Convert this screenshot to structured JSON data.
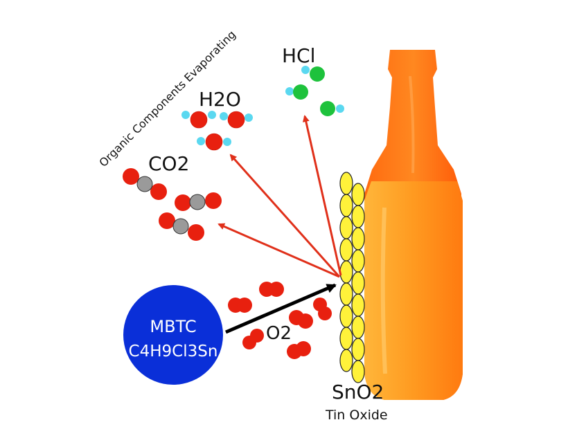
{
  "diagram": {
    "evaporating_label": "Organic Components Evaporating",
    "mbtc": {
      "line1": "MBTC",
      "line2": "C4H9Cl3Sn"
    },
    "o2": "O2",
    "h2o": "H2O",
    "hcl": "HCl",
    "co2": "CO2",
    "sno2": "SnO2",
    "tin_oxide": "Tin Oxide"
  },
  "colors": {
    "background": "#ffffff",
    "mbtc_circle": "#0a2fd8",
    "arrows": "#e0301a",
    "oxygen_atom": "#e8200f",
    "hydrogen_atom": "#5ad8f0",
    "chlorine_atom": "#1ec23c",
    "carbon_atom": "#9a9a9a",
    "tin_oxide_layer": "#fff23a",
    "bottle": "#ff8a14"
  }
}
